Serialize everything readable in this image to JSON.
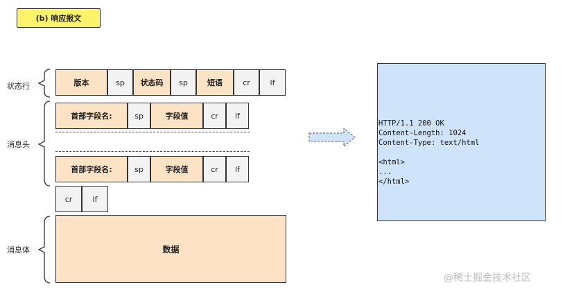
{
  "title": "(b) 响应报文",
  "labels": {
    "status_line": "状态行",
    "headers": "消息头",
    "body": "消息体"
  },
  "status_line": [
    "版本",
    "sp",
    "状态码",
    "sp",
    "短语",
    "cr",
    "lf"
  ],
  "header_row": [
    "首部字段名:",
    "sp",
    "字段值",
    "cr",
    "lf"
  ],
  "crlf": [
    "cr",
    "lf"
  ],
  "body_label": "数据",
  "example": {
    "lines": [
      "HTTP/1.1 200 OK",
      "Content-Length: 1024",
      "Content-Type: text/html",
      "",
      "<html>",
      "...",
      "</html>"
    ]
  },
  "watermark": "@稀土掘金技术社区"
}
